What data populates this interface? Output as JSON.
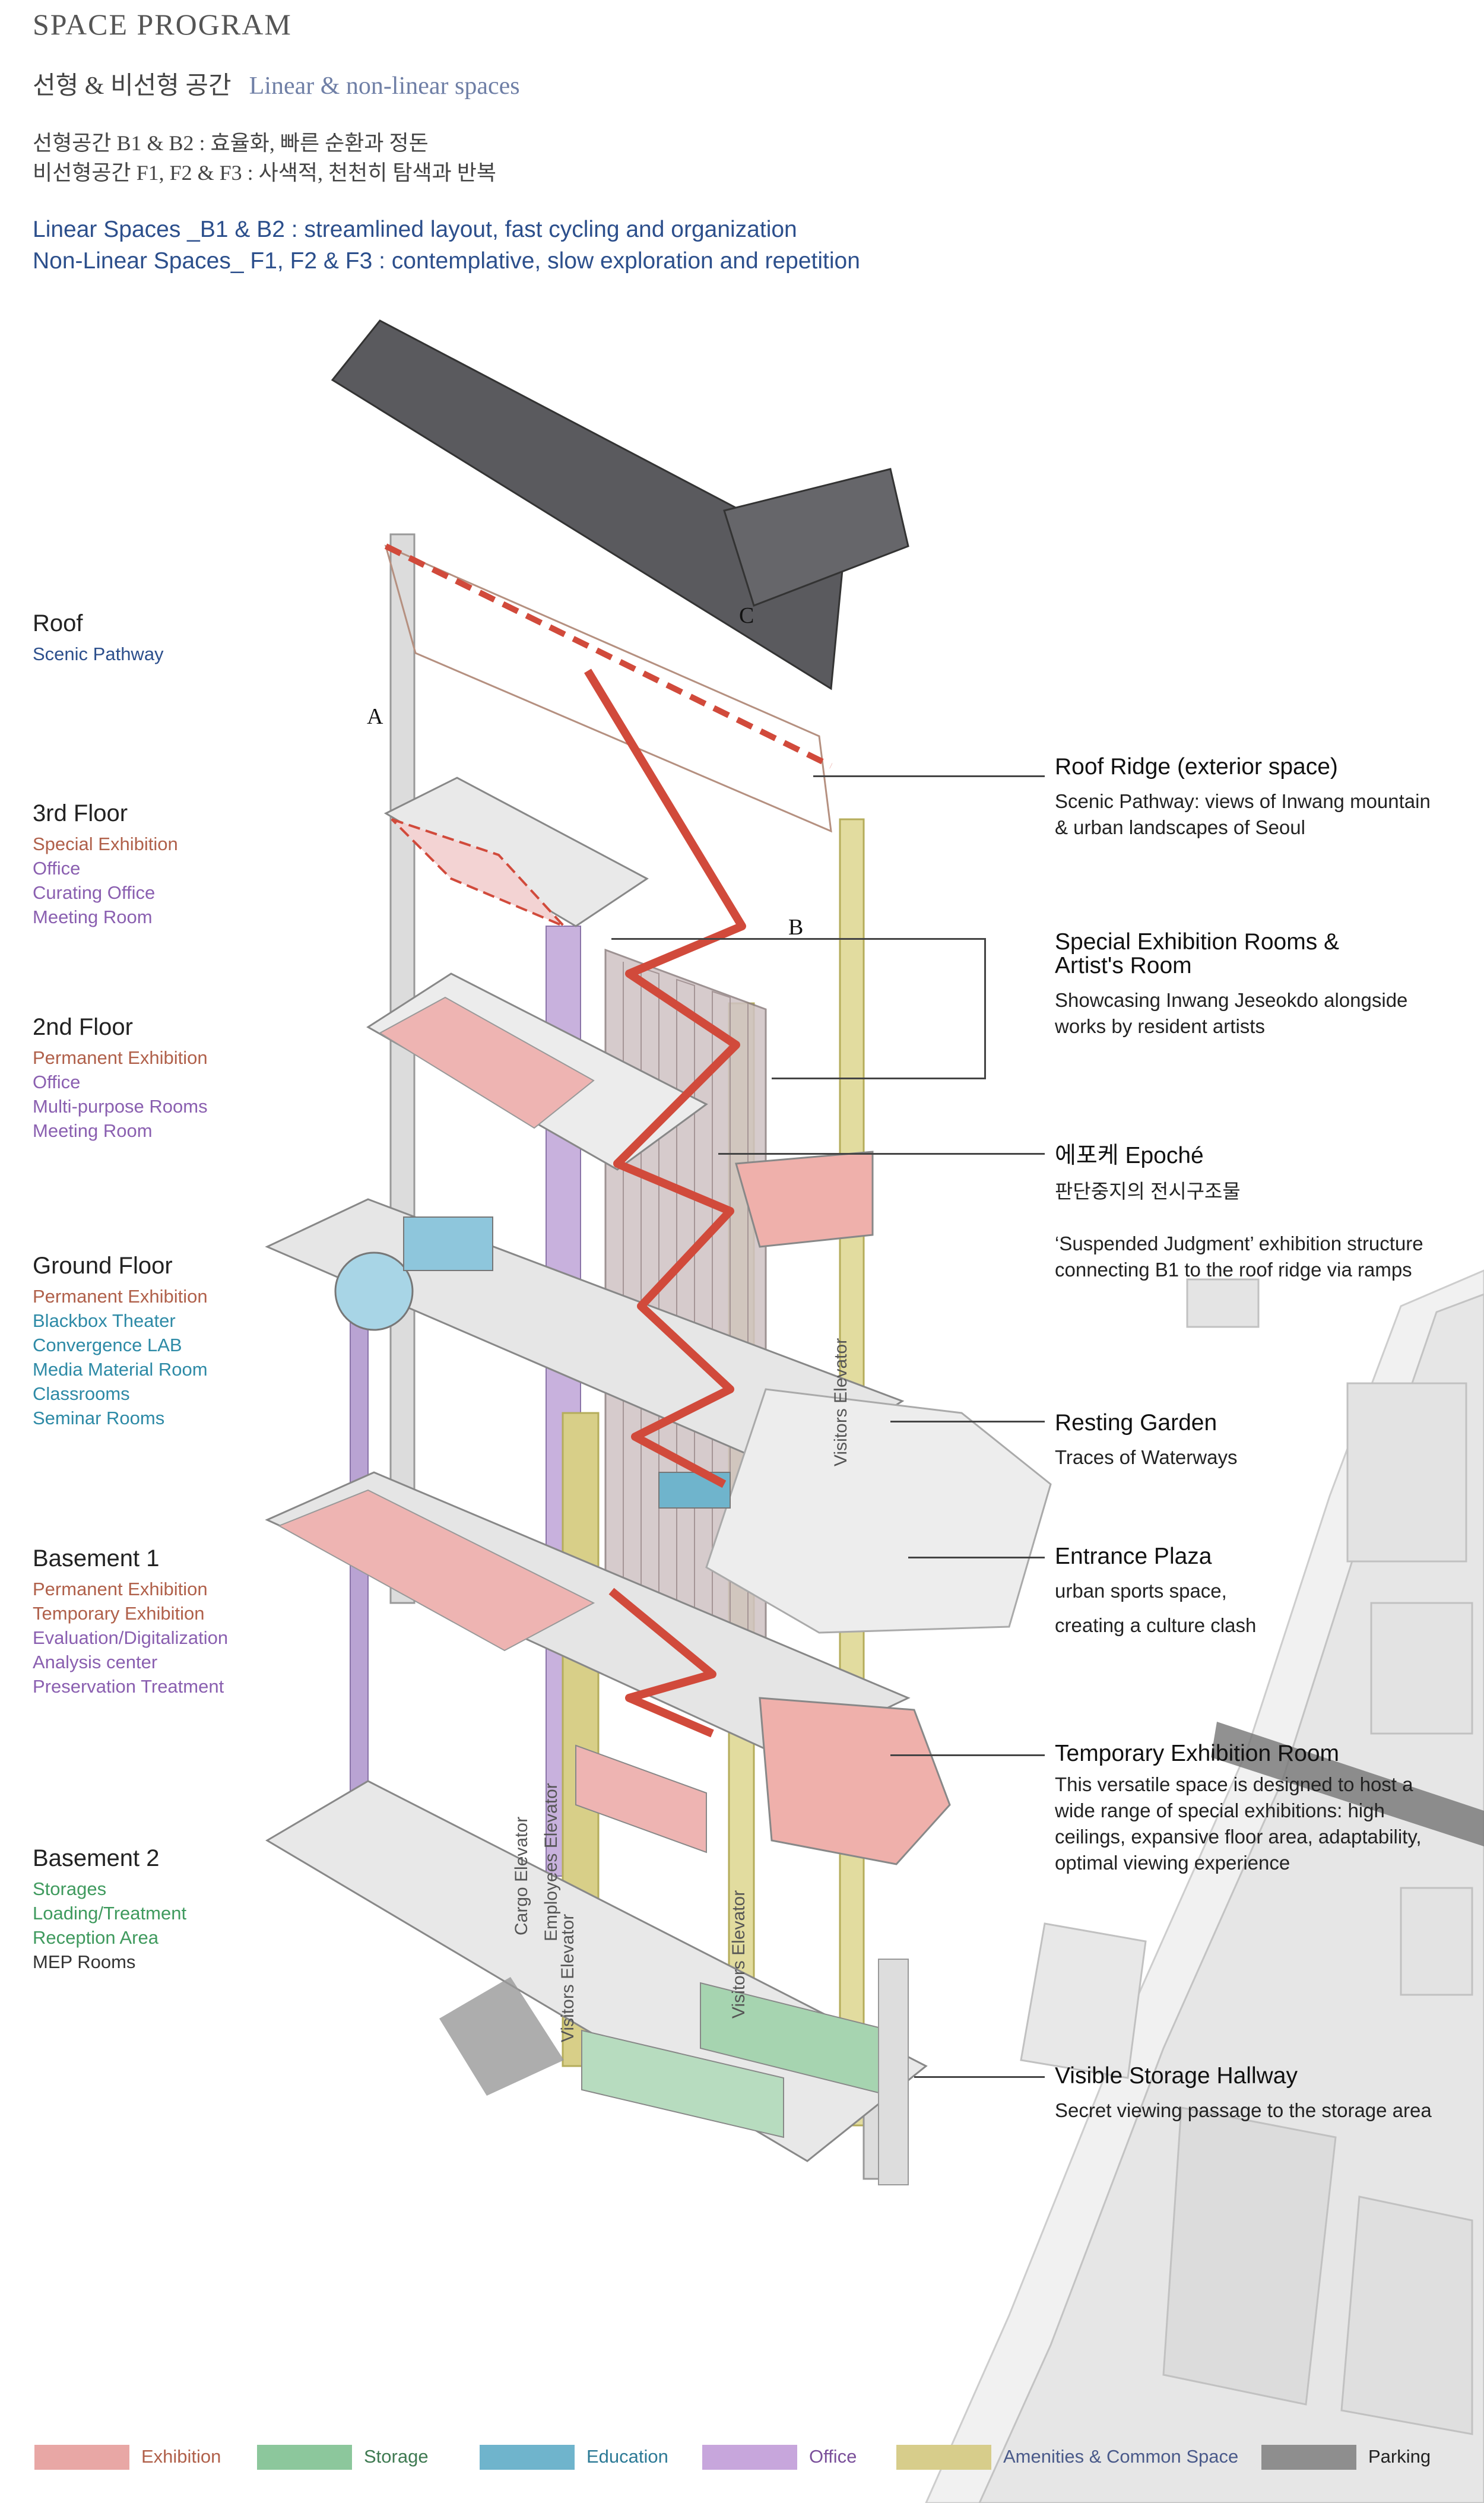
{
  "header": {
    "title": "SPACE PROGRAM",
    "subtitle_kr": "선형 & 비선형 공간",
    "subtitle_en": "Linear & non-linear spaces",
    "kr_lines": [
      "선형공간 B1 & B2 : 효율화, 빠른 순환과 정돈",
      "비선형공간 F1, F2 & F3 : 사색적, 천천히 탐색과 반복"
    ],
    "en_lines": [
      "Linear Spaces _B1 & B2 : streamlined layout, fast cycling and organization",
      "Non-Linear Spaces_ F1, F2 & F3 :  contemplative, slow exploration and repetition"
    ]
  },
  "floors": [
    {
      "title": "Roof",
      "items": [
        {
          "text": "Scenic Pathway",
          "color": "#2c4f8c"
        }
      ]
    },
    {
      "title": "3rd Floor",
      "items": [
        {
          "text": "Special Exhibition",
          "color": "#b0604a"
        },
        {
          "text": "Office",
          "color": "#8a5fb0"
        },
        {
          "text": "Curating Office",
          "color": "#8a5fb0"
        },
        {
          "text": "Meeting Room",
          "color": "#8a5fb0"
        }
      ]
    },
    {
      "title": "2nd Floor",
      "items": [
        {
          "text": "Permanent Exhibition",
          "color": "#b0604a"
        },
        {
          "text": "Office",
          "color": "#8a5fb0"
        },
        {
          "text": "Multi-purpose Rooms",
          "color": "#8a5fb0"
        },
        {
          "text": "Meeting Room",
          "color": "#8a5fb0"
        }
      ]
    },
    {
      "title": "Ground Floor",
      "items": [
        {
          "text": "Permanent Exhibition",
          "color": "#b0604a"
        },
        {
          "text": "Blackbox Theater",
          "color": "#2d8aa6"
        },
        {
          "text": "Convergence LAB",
          "color": "#2d8aa6"
        },
        {
          "text": "Media Material Room",
          "color": "#2d8aa6"
        },
        {
          "text": "Classrooms",
          "color": "#2d8aa6"
        },
        {
          "text": "Seminar Rooms",
          "color": "#2d8aa6"
        }
      ]
    },
    {
      "title": "Basement 1",
      "items": [
        {
          "text": "Permanent Exhibition",
          "color": "#b0604a"
        },
        {
          "text": "Temporary Exhibition",
          "color": "#b0604a"
        },
        {
          "text": "Evaluation/Digitalization",
          "color": "#8a5fb0"
        },
        {
          "text": "Analysis center",
          "color": "#8a5fb0"
        },
        {
          "text": "Preservation Treatment",
          "color": "#8a5fb0"
        }
      ]
    },
    {
      "title": "Basement 2",
      "items": [
        {
          "text": "Storages",
          "color": "#3f9a5e"
        },
        {
          "text": "Loading/Treatment",
          "color": "#3f9a5e"
        },
        {
          "text": "Reception Area",
          "color": "#3f9a5e"
        },
        {
          "text": "MEP Rooms",
          "color": "#333333"
        }
      ]
    }
  ],
  "callouts": [
    {
      "title": "Roof Ridge (exterior space)",
      "desc": [
        "Scenic Pathway: views of Inwang mountain",
        "& urban landscapes of Seoul"
      ]
    },
    {
      "title": "Special Exhibition Rooms &",
      "title2": "Artist's Room",
      "desc": [
        "Showcasing Inwang Jeseokdo alongside",
        "works by resident artists"
      ]
    },
    {
      "title": "에포케 Epoché",
      "desc": [
        "판단중지의 전시구조물",
        "",
        "‘Suspended Judgment’ exhibition structure",
        "connecting B1 to the roof ridge via ramps"
      ]
    },
    {
      "title": "Resting Garden",
      "desc": [
        "Traces of Waterways"
      ]
    },
    {
      "title": "Entrance Plaza",
      "desc": [
        "urban sports space,",
        "creating a culture clash"
      ]
    },
    {
      "title": "Temporary Exhibition Room",
      "desc": [
        "This versatile space is designed to host a",
        "wide range of special exhibitions: high",
        "ceilings, expansive floor area, adaptability,",
        "optimal viewing experience"
      ]
    },
    {
      "title": "Visible Storage Hallway",
      "desc": [
        "Secret viewing passage to the storage area"
      ]
    }
  ],
  "markers": [
    "A",
    "B",
    "C"
  ],
  "elevators": [
    "Visitors Elevator",
    "Cargo Elevator",
    "Employees Elevator",
    "Visitors Elevator",
    "Visitors Elevator"
  ],
  "legend": [
    {
      "label": "Exhibition",
      "color": "#e8a7a5",
      "text_color": "#b0604a"
    },
    {
      "label": "Storage",
      "color": "#8cc79c",
      "text_color": "#3f7a52"
    },
    {
      "label": "Education",
      "color": "#6fb4cc",
      "text_color": "#2d7a96"
    },
    {
      "label": "Office",
      "color": "#c7a6dc",
      "text_color": "#7a4f9a"
    },
    {
      "label": "Amenities & Common Space",
      "color": "#d7cd8b",
      "text_color": "#4a5a8a"
    },
    {
      "label": "Parking",
      "color": "#8e8e8e",
      "text_color": "#222222"
    }
  ]
}
